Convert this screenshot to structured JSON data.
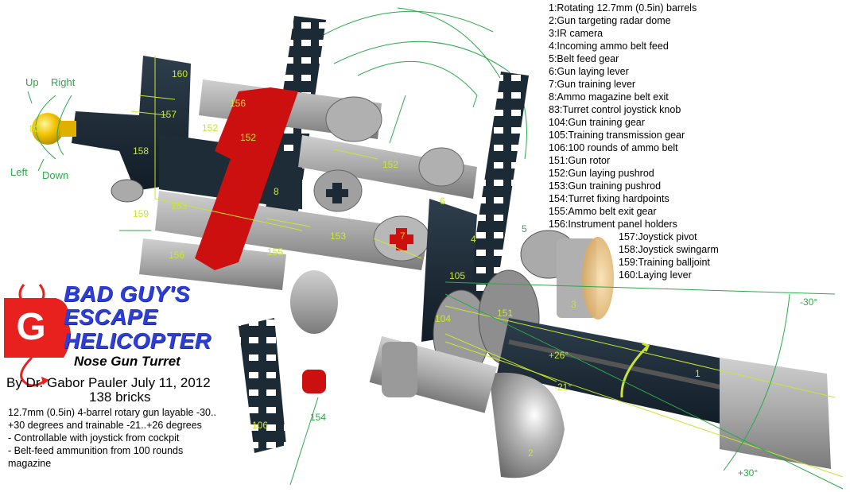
{
  "title": {
    "logo_letter": "G",
    "line1": "BAD GUY'S",
    "line2": "ESCAPE",
    "line3": "HELICOPTER",
    "subtitle": "Nose Gun Turret",
    "byline": "By Dr. Gabor Pauler  July 11, 2012",
    "brick_count": "138 bricks"
  },
  "description": [
    "12.7mm (0.5in) 4-barrel rotary gun layable -30..",
    "+30 degrees and trainable -21..+26 degrees",
    "- Controllable with joystick from cockpit",
    "- Belt-feed ammunition from 100 rounds",
    "magazine"
  ],
  "legend": [
    "1:Rotating 12.7mm (0.5in) barrels",
    "2:Gun targeting radar dome",
    "3:IR camera",
    "4:Incoming ammo belt feed",
    "5:Belt feed gear",
    "6:Gun laying lever",
    "7:Gun training lever",
    "8:Ammo magazine belt exit",
    "83:Turret control joystick knob",
    "104:Gun training gear",
    "105:Training transmission gear",
    "106:100 rounds of ammo belt",
    "151:Gun rotor",
    "152:Gun laying pushrod",
    "153:Gun training pushrod",
    "154:Turret fixing hardpoints",
    "155:Ammo belt exit gear",
    "156:Instrument panel holders"
  ],
  "legend_secondary": [
    "157:Joystick pivot",
    "158:Joystick swingarm",
    "159:Training balljoint",
    "160:Laying lever"
  ],
  "joystick_directions": {
    "up": "Up",
    "right": "Right",
    "left": "Left",
    "down": "Down"
  },
  "part_labels": {
    "p83": "83",
    "p160": "160",
    "p157": "157",
    "p158": "158",
    "p159": "159",
    "p156a": "156",
    "p156b": "156",
    "p152a": "152",
    "p152b": "152",
    "p152c": "152",
    "p153a": "153",
    "p153b": "153",
    "p8": "8",
    "p155": "155",
    "p6": "6",
    "p7": "7",
    "p4": "4",
    "p5": "5",
    "p105": "105",
    "p104": "104",
    "p151": "151",
    "p3": "3",
    "p1": "1",
    "p2": "2",
    "p106": "106",
    "p154": "154"
  },
  "angles": {
    "laying_min": "-30°",
    "laying_max": "+30°",
    "training_max": "+26°",
    "training_min": "-21°"
  },
  "colors": {
    "title_blue": "#2f3fd6",
    "logo_red": "#e8201e",
    "part_label": "#c8e632",
    "annotation_green": "#2da84a",
    "dark_part": "#1c2a36",
    "grey_part": "#a9a9a9",
    "red_part": "#cc1010",
    "yellow_knob": "#f2c200",
    "ir_amber": "#f0c890"
  }
}
